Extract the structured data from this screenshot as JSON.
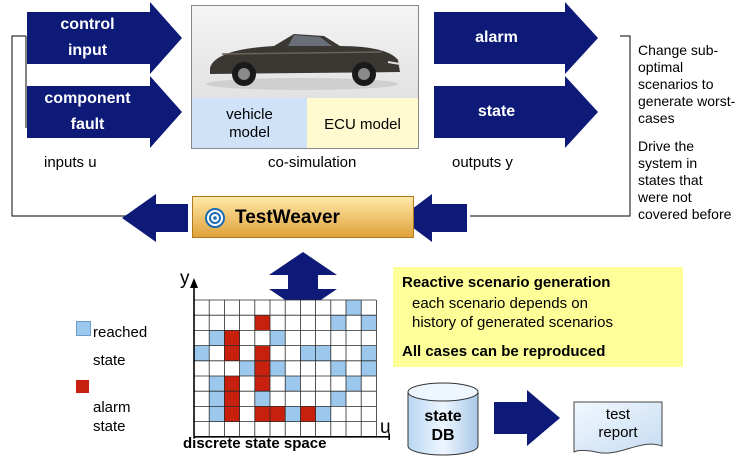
{
  "colors": {
    "arrow": "#0d1a78",
    "vehicle_model_bg": "#cfe2f8",
    "ecu_model_bg": "#fffad0",
    "testweaver_grad_top": "#ffe9a8",
    "testweaver_grad_bottom": "#e0a23a",
    "note_bg": "#ffff99",
    "reached": "#9bc8ec",
    "alarm": "#c8200f",
    "grid_line": "#2a2a2a"
  },
  "inputs": {
    "control_input": [
      "control",
      "input"
    ],
    "component_fault": [
      "component",
      "fault"
    ],
    "caption": "inputs u"
  },
  "cosim": {
    "image_desc": "car-photo",
    "vehicle_model": [
      "vehicle",
      "model"
    ],
    "ecu_model": "ECU model",
    "caption": "co-simulation"
  },
  "outputs": {
    "alarm": "alarm",
    "state": "state",
    "caption": "outputs y"
  },
  "right_notes": {
    "change": [
      "Change sub-",
      "optimal",
      "scenarios to",
      "generate worst-",
      "cases"
    ],
    "drive": [
      "Drive the",
      "system in",
      "states that",
      "were not",
      "covered before"
    ]
  },
  "testweaver": {
    "label": "TestWeaver",
    "icon": "testweaver-logo-icon"
  },
  "note_box": {
    "title": "Reactive scenario generation",
    "body": [
      "each scenario depends on",
      "history of generated scenarios"
    ],
    "footer": "All cases can be reproduced"
  },
  "legend": {
    "reached": [
      "reached",
      "state"
    ],
    "alarm": [
      "alarm",
      "state"
    ]
  },
  "grid": {
    "y_label": "y",
    "x_label": "u",
    "caption": "discrete state space",
    "cols": 12,
    "rows": 9,
    "reached_cells": [
      [
        10,
        0
      ],
      [
        9,
        1
      ],
      [
        11,
        1
      ],
      [
        1,
        2
      ],
      [
        5,
        2
      ],
      [
        0,
        3
      ],
      [
        7,
        3
      ],
      [
        8,
        3
      ],
      [
        11,
        3
      ],
      [
        3,
        4
      ],
      [
        5,
        4
      ],
      [
        9,
        4
      ],
      [
        11,
        4
      ],
      [
        1,
        5
      ],
      [
        6,
        5
      ],
      [
        10,
        5
      ],
      [
        1,
        6
      ],
      [
        4,
        6
      ],
      [
        9,
        6
      ],
      [
        1,
        7
      ],
      [
        6,
        7
      ],
      [
        8,
        7
      ]
    ],
    "alarm_cells": [
      [
        4,
        1
      ],
      [
        2,
        2
      ],
      [
        2,
        3
      ],
      [
        4,
        3
      ],
      [
        4,
        4
      ],
      [
        2,
        5
      ],
      [
        4,
        5
      ],
      [
        2,
        6
      ],
      [
        2,
        7
      ],
      [
        4,
        7
      ],
      [
        5,
        7
      ],
      [
        7,
        7
      ]
    ]
  },
  "state_db": [
    "state",
    "DB"
  ],
  "test_report": [
    "test",
    "report"
  ]
}
